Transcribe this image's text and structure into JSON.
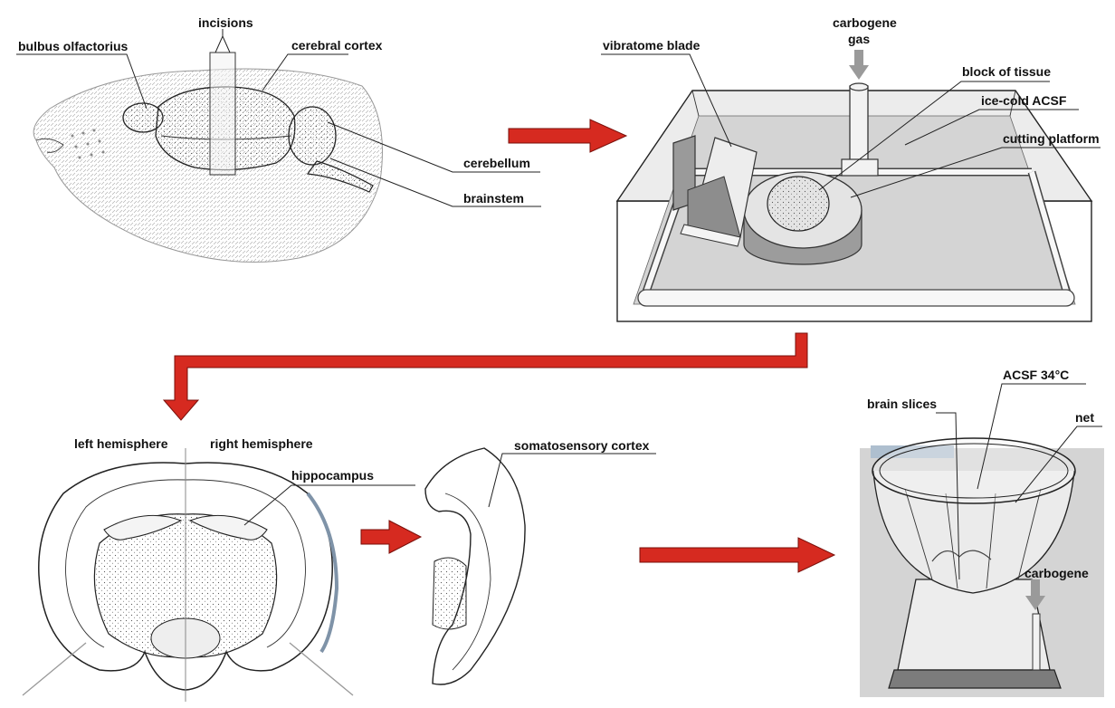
{
  "colors": {
    "arrow_red": "#d62a20",
    "arrow_outline": "#7a0f0a",
    "acsf_gray": "#d4d4d4",
    "gas_arrow_gray": "#9a9a9a",
    "warm_acsf_blue": "#aebfcf"
  },
  "panels": {
    "brain_dissection": {
      "labels": {
        "incisions": "incisions",
        "bulbus_olfactorius": "bulbus olfactorius",
        "cerebral_cortex": "cerebral cortex",
        "cerebellum": "cerebellum",
        "brainstem": "brainstem"
      }
    },
    "vibratome": {
      "labels": {
        "carbogene_gas_line1": "carbogene",
        "carbogene_gas_line2": "gas",
        "vibratome_blade": "vibratome blade",
        "block_of_tissue": "block of tissue",
        "ice_cold_acsf": "ice-cold ACSF",
        "cutting_platform": "cutting platform"
      }
    },
    "coronal_slice": {
      "labels": {
        "left_hemisphere": "left hemisphere",
        "right_hemisphere": "right hemisphere",
        "hippocampus": "hippocampus"
      }
    },
    "cortex_piece": {
      "labels": {
        "somatosensory_cortex": "somatosensory cortex"
      }
    },
    "incubation_chamber": {
      "labels": {
        "acsf_34c": "ACSF 34°C",
        "brain_slices": "brain slices",
        "net": "net",
        "carbogene": "carbogene"
      }
    }
  }
}
